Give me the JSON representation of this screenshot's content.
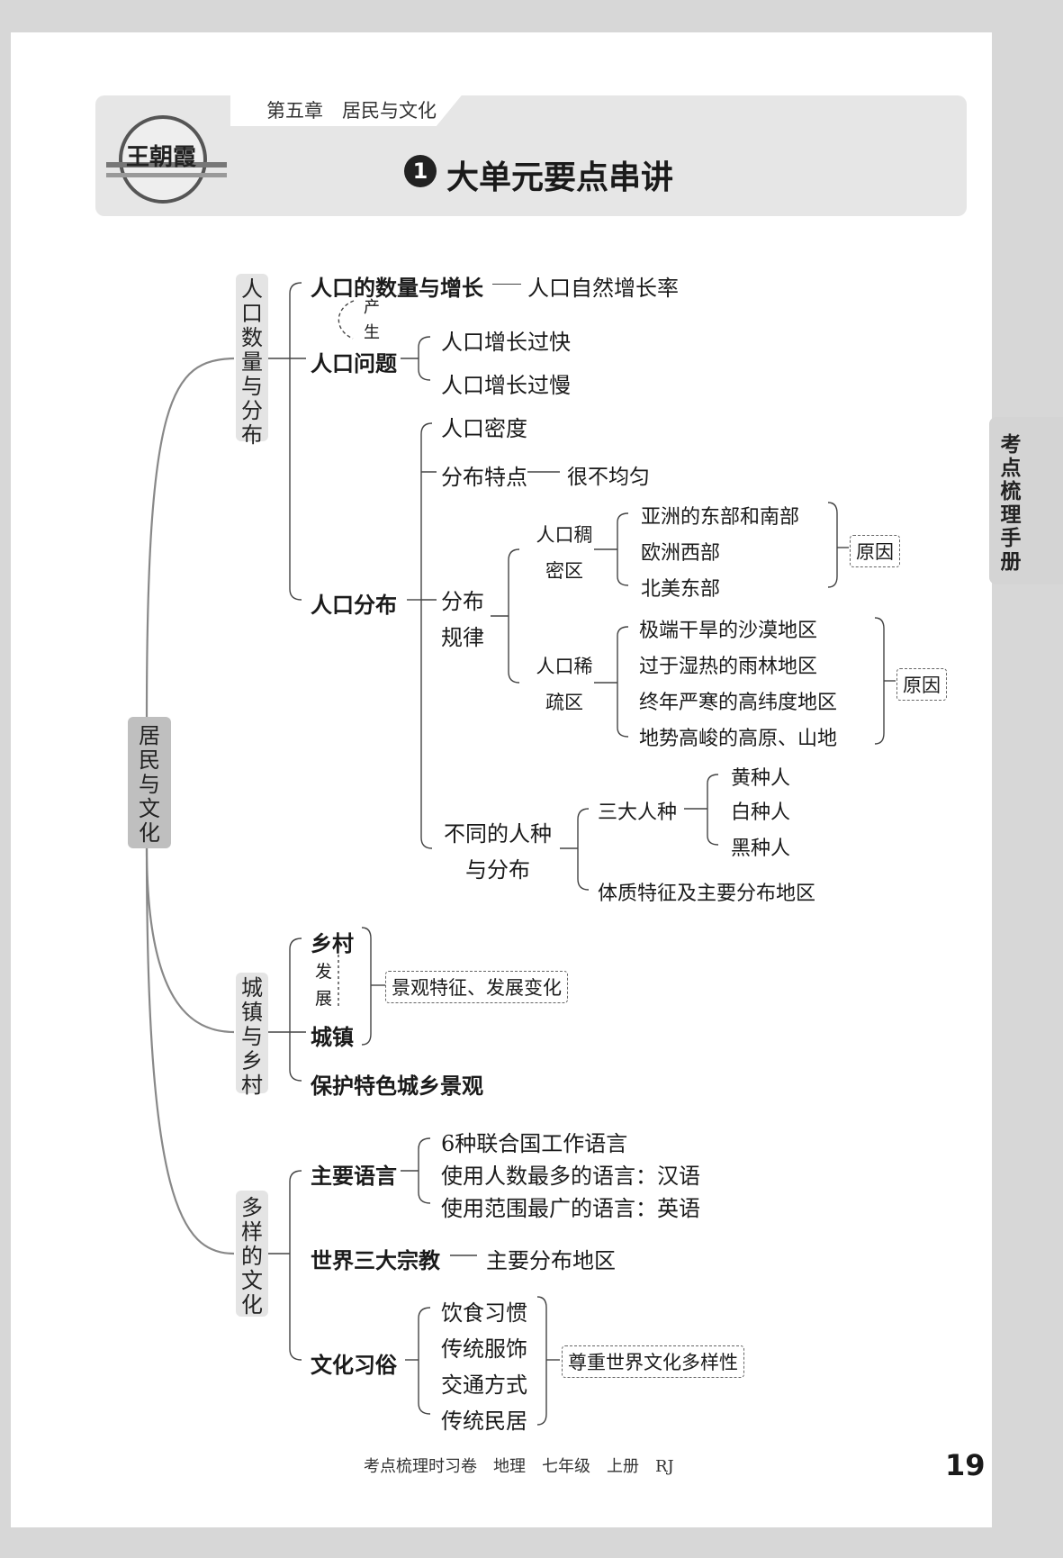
{
  "header": {
    "chapter": "第五章　居民与文化",
    "section_number": "1",
    "section_title": "大单元要点串讲",
    "logo_text": "王朝霞"
  },
  "side_tab": {
    "label": "考点梳理手册"
  },
  "center_node": "居民与文化",
  "branch1": {
    "title": "人口数量与分布",
    "growth": {
      "label": "人口的数量与增长",
      "detail": "人口自然增长率"
    },
    "arrow_label": "产生",
    "problems": {
      "label": "人口问题",
      "items": [
        "人口增长过快",
        "人口增长过慢"
      ]
    },
    "distribution": {
      "label": "人口分布",
      "density": "人口密度",
      "feature_label": "分布特点",
      "feature_detail": "很不均匀",
      "rule_label": "分布规律",
      "dense": {
        "label": "人口稠密区",
        "items": [
          "亚洲的东部和南部",
          "欧洲西部",
          "北美东部"
        ],
        "reason": "原因"
      },
      "sparse": {
        "label": "人口稀疏区",
        "items": [
          "极端干旱的沙漠地区",
          "过于湿热的雨林地区",
          "终年严寒的高纬度地区",
          "地势高峻的高原、山地"
        ],
        "reason": "原因"
      },
      "races": {
        "label": "不同的人种与分布",
        "three": "三大人种",
        "items": [
          "黄种人",
          "白种人",
          "黑种人"
        ],
        "features": "体质特征及主要分布地区"
      }
    }
  },
  "branch2": {
    "title": "城镇与乡村",
    "village": "乡村",
    "arrow_label": "发展",
    "town": "城镇",
    "note": "景观特征、发展变化",
    "protect": "保护特色城乡景观"
  },
  "branch3": {
    "title": "多样的文化",
    "language": {
      "label": "主要语言",
      "items": [
        "6种联合国工作语言",
        "使用人数最多的语言：汉语",
        "使用范围最广的语言：英语"
      ]
    },
    "religion": {
      "label": "世界三大宗教",
      "detail": "主要分布地区"
    },
    "custom": {
      "label": "文化习俗",
      "items": [
        "饮食习惯",
        "传统服饰",
        "交通方式",
        "传统民居"
      ],
      "note": "尊重世界文化多样性"
    }
  },
  "footer": {
    "text": "考点梳理时习卷　地理　七年级　上册　RJ",
    "page_number": "19"
  }
}
